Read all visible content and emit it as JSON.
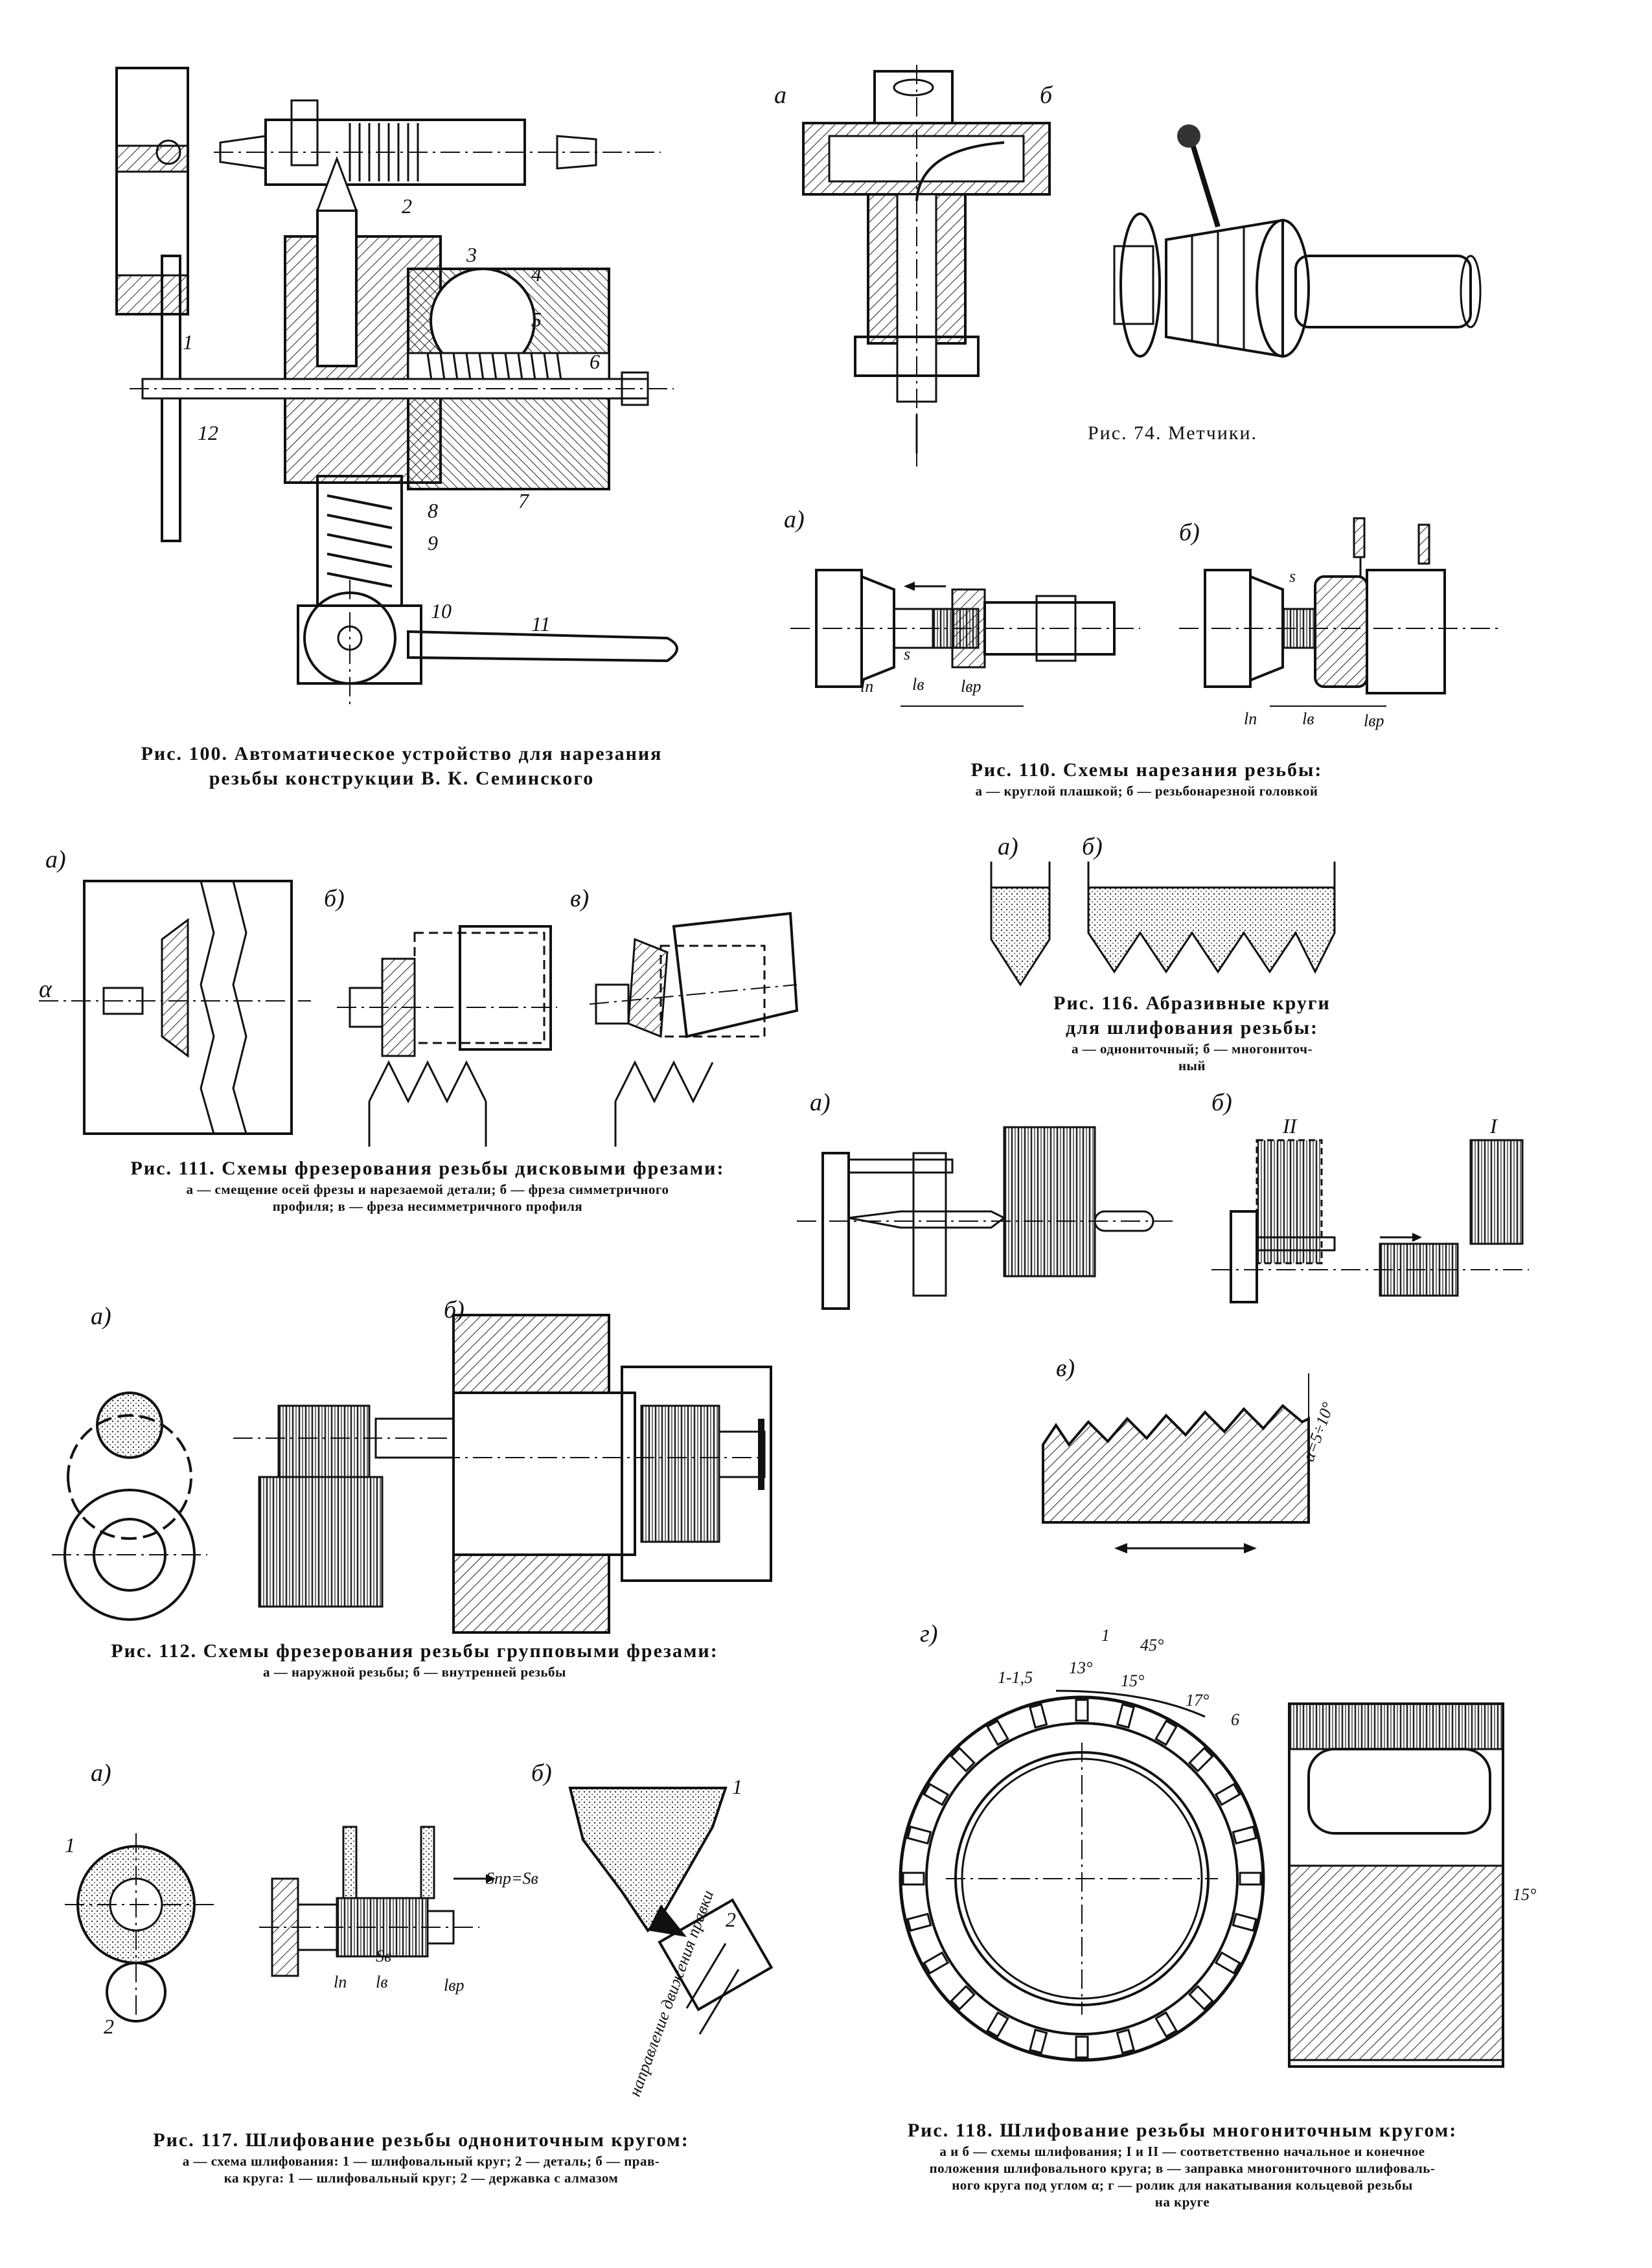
{
  "fig100": {
    "caption_line1": "Рис. 100. Автоматическое устройство для нарезания",
    "caption_line2": "резьбы конструкции В. К. Семинского",
    "callouts": [
      "1",
      "2",
      "3",
      "4",
      "5",
      "6",
      "7",
      "8",
      "9",
      "10",
      "11",
      "12"
    ]
  },
  "fig74": {
    "label_a": "а",
    "label_b": "б",
    "caption": "Рис. 74. Метчики."
  },
  "fig110": {
    "label_a": "а)",
    "label_b": "б)",
    "dims_a": [
      "s",
      "lп",
      "lв",
      "lвр"
    ],
    "dims_b": [
      "s",
      "lп",
      "lв",
      "lвр"
    ],
    "caption": "Рис. 110. Схемы нарезания резьбы:",
    "desc": "а — круглой плашкой; б — резьбонарезной головкой"
  },
  "fig111": {
    "label_a": "а)",
    "label_b": "б)",
    "label_c": "в)",
    "alpha": "α",
    "caption": "Рис. 111. Схемы фрезерования резьбы дисковыми фрезами:",
    "desc_line1": "а — смещение осей фрезы и нарезаемой детали; б — фреза симметричного",
    "desc_line2": "профиля; в — фреза несимметричного профиля"
  },
  "fig116": {
    "label_a": "а)",
    "label_b": "б)",
    "caption_line1": "Рис. 116. Абразивные круги",
    "caption_line2": "для шлифования резьбы:",
    "desc_line1": "а — однониточный; б — многониточ-",
    "desc_line2": "ный"
  },
  "fig118ab": {
    "label_a": "а)",
    "label_b": "б)",
    "label_c": "в)",
    "roman_II": "II",
    "roman_I": "I",
    "angle_note": "α=5÷10°"
  },
  "fig112": {
    "label_a": "а)",
    "label_b": "б)",
    "caption": "Рис. 112. Схемы фрезерования резьбы групповыми фрезами:",
    "desc": "а — наружной резьбы; б — внутренней резьбы"
  },
  "fig118g": {
    "label_g": "г)",
    "dims": [
      "1-1,5",
      "13°",
      "45°",
      "15°",
      "17°",
      "1",
      "6",
      "15°"
    ]
  },
  "fig117": {
    "label_a": "а)",
    "label_b": "б)",
    "callouts": [
      "1",
      "2",
      "1",
      "2"
    ],
    "dims": [
      "Sпр=Sв",
      "lп",
      "lв",
      "lвр",
      "Sв"
    ],
    "vertical_note": "направление движения правки",
    "caption": "Рис. 117. Шлифование резьбы однониточным кругом:",
    "desc_line1": "а — схема шлифования: 1 — шлифовальный круг; 2 — деталь; б — прав-",
    "desc_line2": "ка круга: 1 — шлифовальный круг; 2 — державка с алмазом"
  },
  "fig118": {
    "caption": "Рис. 118. Шлифование резьбы многониточным кругом:",
    "desc_line1": "а и б — схемы шлифования; I и II — соответственно начальное и конечное",
    "desc_line2": "положения шлифовального круга; в — заправка многониточного шлифоваль-",
    "desc_line3": "ного круга под углом α; г — ролик для накатывания кольцевой резьбы",
    "desc_line4": "на круге"
  }
}
